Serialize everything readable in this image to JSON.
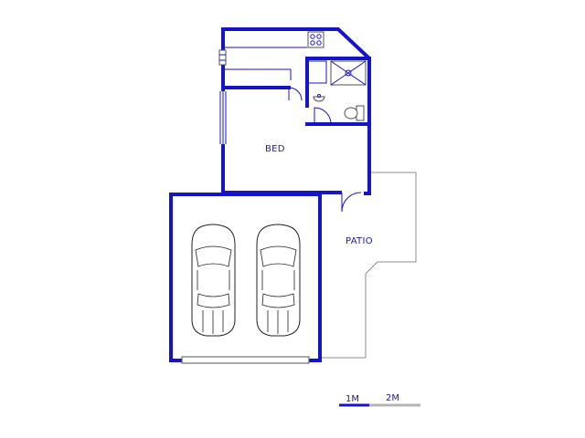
{
  "rooms": {
    "bed": "BED",
    "patio": "PATIO"
  },
  "scale": {
    "label_1": "1M",
    "label_2": "2M"
  },
  "colors": {
    "wall": "#1414c8",
    "label": "#1a1aa0",
    "outline": "#8c8c8c",
    "scale_bar_primary": "#1414c8",
    "scale_bar_secondary": "#b4b4b4"
  }
}
